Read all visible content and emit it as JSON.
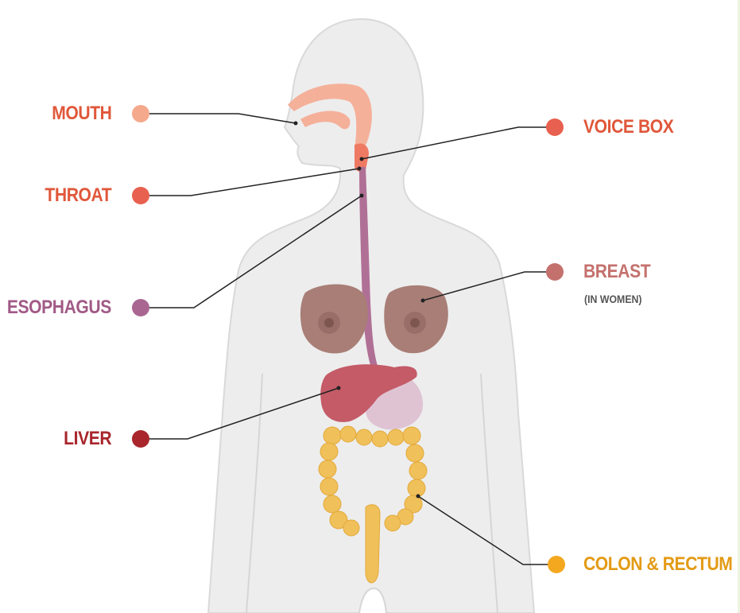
{
  "labels": {
    "mouth": "MOUTH",
    "throat": "THROAT",
    "esophagus": "ESOPHAGUS",
    "liver": "LIVER",
    "voice_box": "VOICE BOX",
    "breast": "BREAST",
    "breast_note": "(IN WOMEN)",
    "colon_rectum": "COLON & RECTUM"
  },
  "colors": {
    "mouth": "#f5a98c",
    "throat": "#e8604f",
    "voice_box": "#e8604f",
    "esophagus": "#a96691",
    "breast": "#c4716d",
    "liver": "#a8262c",
    "colon_rectum": "#f3a81f",
    "body": "#ededed",
    "leader": "#222222"
  }
}
